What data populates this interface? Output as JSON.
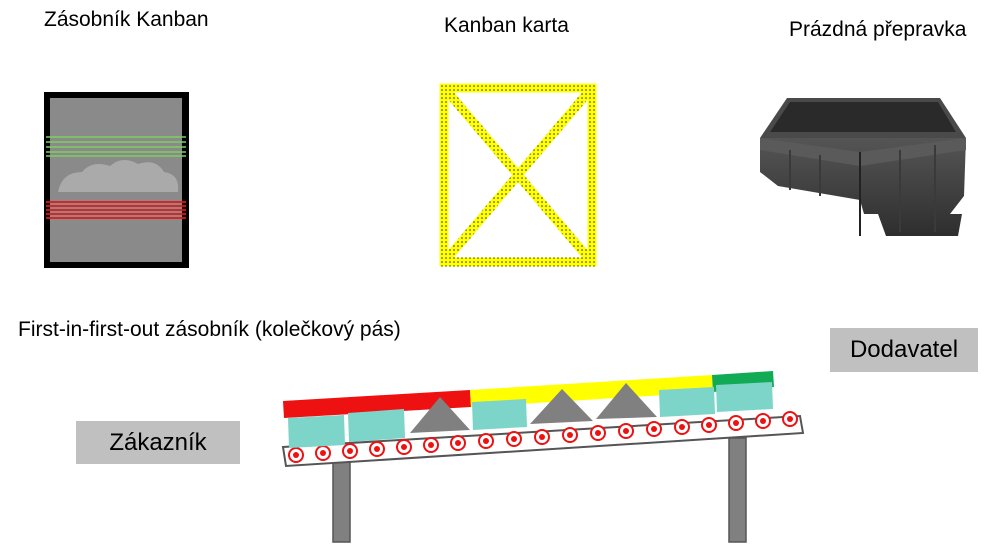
{
  "labels": {
    "kanban_bin": "Zásobník Kanban",
    "kanban_card": "Kanban karta",
    "empty_crate": "Prázdná přepravka",
    "fifo_rack": "First-in-first-out zásobník (kolečkový pás)"
  },
  "boxes": {
    "customer": "Zákazník",
    "supplier": "Dodavatel"
  },
  "colors": {
    "red": "#ee1111",
    "yellow": "#ffff00",
    "green": "#11aa55",
    "teal": "#7dd4c8",
    "gray_triangle": "#808080",
    "box_gray": "#c0c0c0"
  }
}
